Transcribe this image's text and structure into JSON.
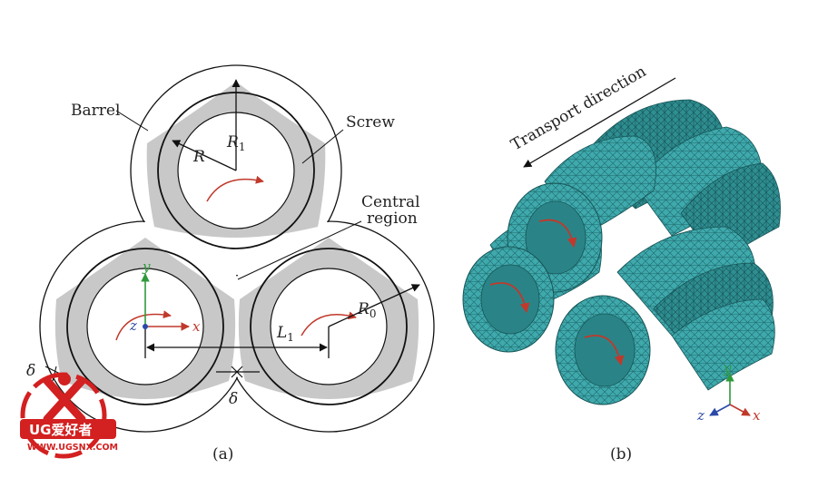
{
  "panel_a": {
    "caption": "(a)",
    "labels": {
      "barrel": "Barrel",
      "screw": "Screw",
      "central_line1": "Central",
      "central_line2": "region",
      "R": "R",
      "R1_base": "R",
      "R1_sub": "1",
      "R0_base": "R",
      "R0_sub": "0",
      "L1_base": "L",
      "L1_sub": "1",
      "delta_left": "δ",
      "delta_bottom": "δ",
      "axis_x": "x",
      "axis_y": "y",
      "axis_z": "z"
    }
  },
  "panel_b": {
    "caption": "(b)",
    "transport_label": "Transport direction",
    "axis_x": "x",
    "axis_y": "y",
    "axis_z": "z"
  },
  "watermark": {
    "brand": "UG爱好者",
    "url": "WWW.UGSNX.COM"
  },
  "colors": {
    "mesh_fill": "#3aa3a6",
    "mesh_dark": "#1f6f72",
    "screw_gray": "#c8c8c8",
    "arrow_red": "#c0392b",
    "axis_green": "#2e9a3a",
    "axis_blue": "#2b49a8",
    "watermark_red": "#d32020"
  }
}
